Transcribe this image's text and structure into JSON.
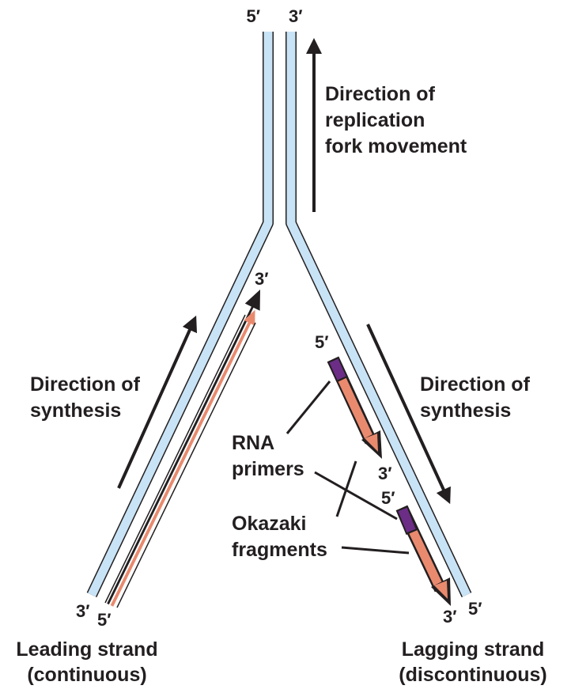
{
  "colors": {
    "template_strand": "#c8e3f6",
    "strand_outline": "#231f20",
    "new_strand": "#e98a6e",
    "rna_primer": "#6b2d86",
    "text": "#231f20"
  },
  "top": {
    "left_end": "5′",
    "right_end": "3′"
  },
  "fork_direction": {
    "lines": [
      "Direction of",
      "replication",
      "fork movement"
    ]
  },
  "leading": {
    "tip_end": "3′",
    "bottom_template_end": "3′",
    "bottom_new_end": "5′",
    "synthesis_direction": [
      "Direction of",
      "synthesis"
    ],
    "title": "Leading strand",
    "subtitle": "(continuous)"
  },
  "lagging": {
    "fragment1_start": "5′",
    "fragment1_end": "3′",
    "fragment2_start": "5′",
    "bottom_new_end": "3′",
    "bottom_template_end": "5′",
    "synthesis_direction": [
      "Direction of",
      "synthesis"
    ],
    "title": "Lagging strand",
    "subtitle": "(discontinuous)"
  },
  "callouts": {
    "rna_primers": [
      "RNA",
      "primers"
    ],
    "okazaki": [
      "Okazaki",
      "fragments"
    ]
  }
}
